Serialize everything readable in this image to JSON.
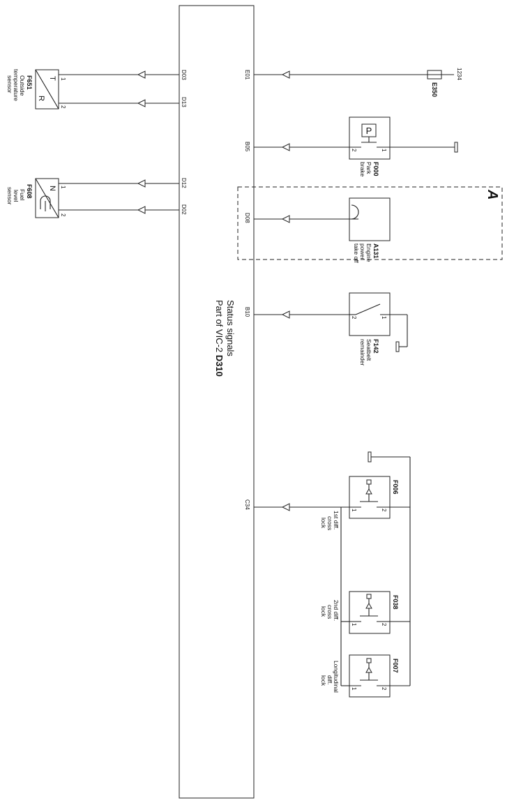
{
  "unit": {
    "title_line1": "Part of VIC-2",
    "code": "D310",
    "title_line2": "Status signals"
  },
  "zone_label": "A",
  "pins": {
    "d03": "D03",
    "d13": "D13",
    "d12": "D12",
    "d02": "D02",
    "e01": "E01",
    "b05": "B05",
    "d08": "D08",
    "b10": "B10",
    "c34": "C34"
  },
  "f651": {
    "code": "F651",
    "lines": [
      "Outside",
      "temperature",
      "sensor"
    ],
    "sym_top": "T",
    "sym_bottom": "R"
  },
  "f608": {
    "code": "F608",
    "lines": [
      "Fuel",
      "level",
      "sensor"
    ],
    "sym_top": "N"
  },
  "e350": {
    "code": "E350",
    "wire": "1234"
  },
  "f000": {
    "code": "F000",
    "lines": [
      "Park",
      "brake"
    ],
    "sym": "P"
  },
  "a131": {
    "code": "A131",
    "lines": [
      "Engine",
      "power",
      "take off"
    ]
  },
  "f142": {
    "code": "F142",
    "lines": [
      "Seatbelt",
      "remainder"
    ]
  },
  "f006": {
    "code": "F006",
    "lines": [
      "1st diff.",
      "cross",
      "lock"
    ]
  },
  "f038": {
    "code": "F038",
    "lines": [
      "2nd diff.",
      "cross",
      "lock"
    ]
  },
  "f007": {
    "code": "F007",
    "lines": [
      "Longitudinal",
      "diff.",
      "lock"
    ]
  },
  "terminals": {
    "one": "1",
    "two": "2"
  }
}
